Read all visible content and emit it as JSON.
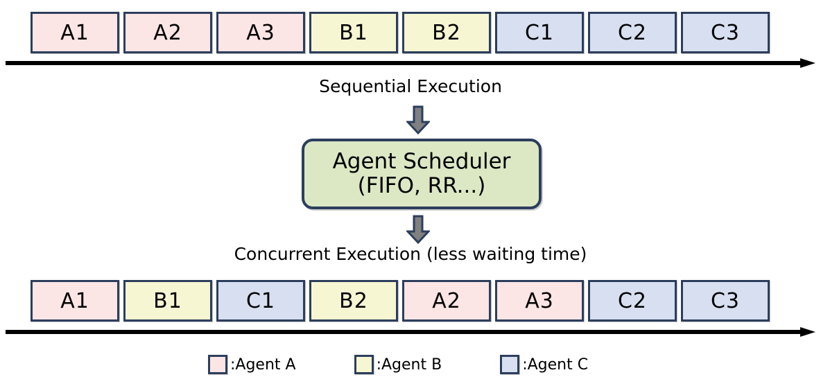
{
  "colors": {
    "agent_a": "#fce5e5",
    "agent_b": "#f6f6d3",
    "agent_c": "#d7dff0",
    "scheduler_fill": "#dce8c4",
    "border": "#2c3e5c",
    "arrow_fill": "#808080",
    "axis": "#000000"
  },
  "sequential_row": {
    "tasks": [
      {
        "label": "A1",
        "agent": "a"
      },
      {
        "label": "A2",
        "agent": "a"
      },
      {
        "label": "A3",
        "agent": "a"
      },
      {
        "label": "B1",
        "agent": "b"
      },
      {
        "label": "B2",
        "agent": "b"
      },
      {
        "label": "C1",
        "agent": "c"
      },
      {
        "label": "C2",
        "agent": "c"
      },
      {
        "label": "C3",
        "agent": "c"
      }
    ]
  },
  "sequential_caption": "Sequential Execution",
  "scheduler": {
    "line1": "Agent Scheduler",
    "line2": "(FIFO, RR...)"
  },
  "concurrent_caption": "Concurrent Execution (less waiting time)",
  "concurrent_row": {
    "tasks": [
      {
        "label": "A1",
        "agent": "a"
      },
      {
        "label": "B1",
        "agent": "b"
      },
      {
        "label": "C1",
        "agent": "c"
      },
      {
        "label": "B2",
        "agent": "b"
      },
      {
        "label": "A2",
        "agent": "a"
      },
      {
        "label": "A3",
        "agent": "a"
      },
      {
        "label": "C2",
        "agent": "c"
      },
      {
        "label": "C3",
        "agent": "c"
      }
    ]
  },
  "legend": {
    "items": [
      {
        "label": ":Agent A",
        "agent": "a"
      },
      {
        "label": ":Agent B",
        "agent": "b"
      },
      {
        "label": ":Agent C",
        "agent": "c"
      }
    ]
  },
  "icons": {
    "down_arrow": "down-arrow-icon",
    "timeline_arrow": "right-arrow-icon"
  }
}
